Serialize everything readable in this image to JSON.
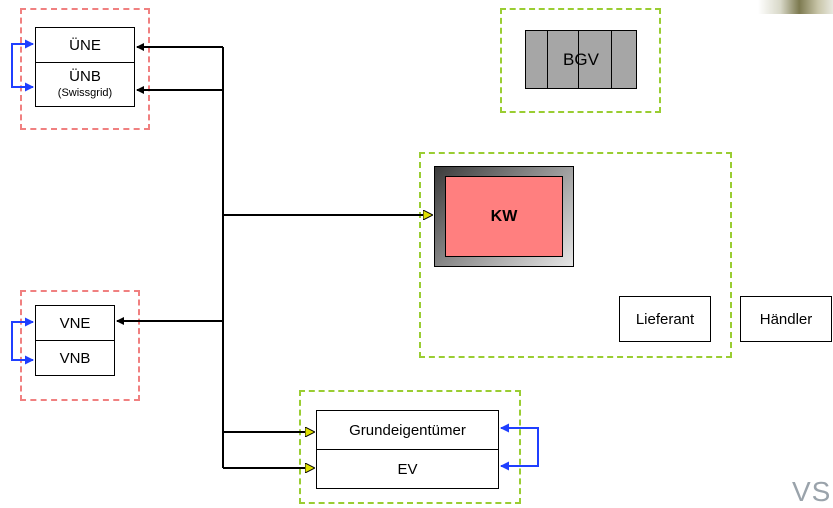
{
  "nodes": {
    "une": "ÜNE",
    "unb": "ÜNB",
    "unb_sub": "(Swissgrid)",
    "bgv": "BGV",
    "kw": "KW",
    "vne": "VNE",
    "vnb": "VNB",
    "lieferant": "Lieferant",
    "haendler": "Händler",
    "grundeigentuemer": "Grundeigentümer",
    "ev": "EV"
  },
  "watermark": "VS",
  "colors": {
    "group_red": "#f08080",
    "group_green": "#9acd32",
    "kw_fill": "#ff7f7f",
    "bgv_fill": "#a6a6a6",
    "arrow_black": "#000000",
    "arrow_blue": "#1f3fff"
  }
}
